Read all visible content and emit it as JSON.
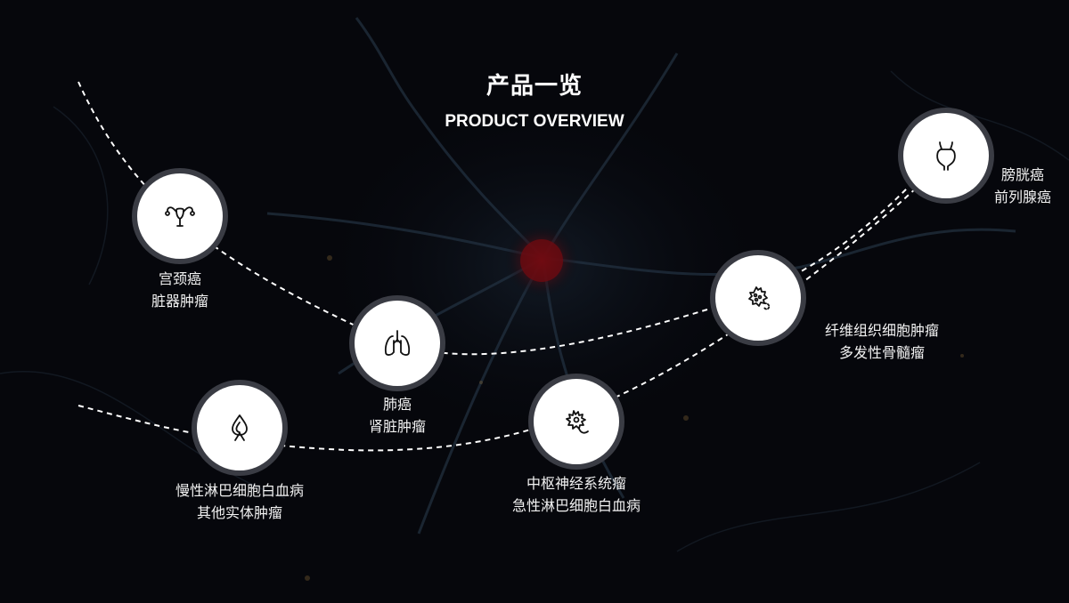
{
  "header": {
    "title": "产品一览",
    "subtitle": "PRODUCT OVERVIEW"
  },
  "products": [
    {
      "icon": "uterus-icon",
      "line1": "宫颈癌",
      "line2": "脏器肿瘤"
    },
    {
      "icon": "lungs-icon",
      "line1": "肺癌",
      "line2": "肾脏肿瘤"
    },
    {
      "icon": "ribbon-drop-icon",
      "line1": "慢性淋巴细胞白血病",
      "line2": "其他实体肿瘤"
    },
    {
      "icon": "neuron-cell-icon",
      "line1": "中枢神经系统瘤",
      "line2": "急性淋巴细胞白血病"
    },
    {
      "icon": "cell-cluster-icon",
      "line1": "纤维组织细胞肿瘤",
      "line2": "多发性骨髓瘤"
    },
    {
      "icon": "bladder-icon",
      "line1": "膀胱癌",
      "line2": "前列腺癌"
    }
  ],
  "colors": {
    "background": "#06070c",
    "node_fill": "#ffffff",
    "node_ring": "#3a3c44",
    "dashed_line": "#ffffff",
    "neuron_glow": "#8a0d14"
  }
}
